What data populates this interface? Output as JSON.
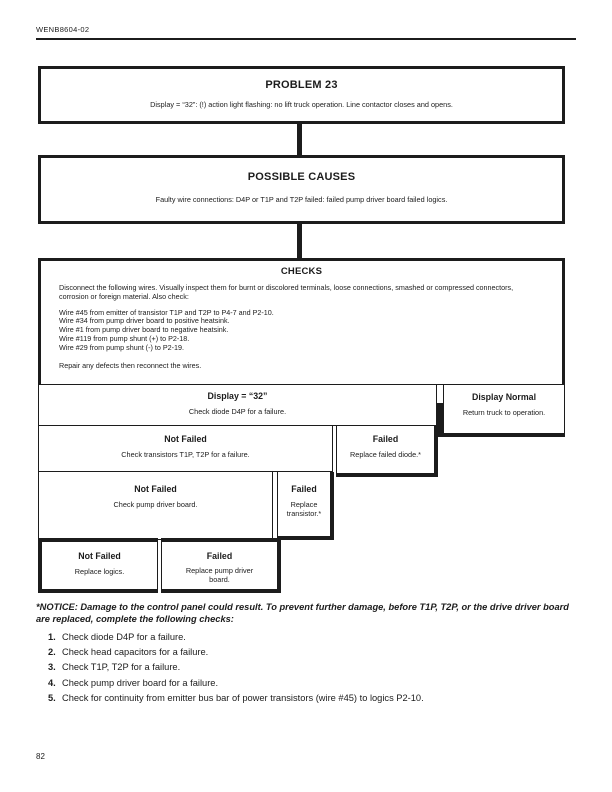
{
  "page": {
    "doc_number": "WENB8604-02",
    "page_number": "82"
  },
  "problem": {
    "title": "PROBLEM 23",
    "description": "Display = “32”: (!) action light flashing: no lift truck operation. Line contactor closes and opens."
  },
  "possible_causes": {
    "title": "POSSIBLE CAUSES",
    "description": "Faulty wire connections: D4P or T1P and T2P failed: failed pump driver board failed logics."
  },
  "checks": {
    "title": "CHECKS",
    "intro": "Disconnect the following wires. Visually inspect them for burnt or discolored terminals, loose connections, smashed or compressed connectors, corrosion or foreign material. Also check:",
    "wires": [
      "Wire #45 from emitter of transistor T1P and T2P to P4-7 and P2-10.",
      "Wire #34 from pump driver board to positive heatsink.",
      "Wire #1 from pump driver board to negative heatsink.",
      "Wire #119 from pump shunt (+) to P2-18.",
      "Wire #29 from pump shunt (-) to P2-19."
    ],
    "outro": "Repair any defects then reconnect the wires."
  },
  "flow": {
    "display32": {
      "title": "Display = “32”",
      "body": "Check diode D4P for a failure."
    },
    "display_normal": {
      "title": "Display Normal",
      "body": "Return truck to operation."
    },
    "check_transistors": {
      "title": "Not Failed",
      "body": "Check transistors T1P, T2P for a failure."
    },
    "replace_diode": {
      "title": "Failed",
      "body": "Replace failed diode.*"
    },
    "check_pump_board": {
      "title": "Not Failed",
      "body": "Check pump driver board."
    },
    "replace_transistor": {
      "title": "Failed",
      "body": "Replace transistor.*"
    },
    "replace_logics": {
      "title": "Not Failed",
      "body": "Replace logics."
    },
    "replace_pump_board": {
      "title": "Failed",
      "body": "Replace pump driver board."
    }
  },
  "notice": {
    "text": "*NOTICE: Damage to the control panel could result. To prevent further damage, before T1P, T2P, or the drive driver board are replaced, complete the following checks:",
    "items": [
      {
        "num": "1.",
        "text": "Check diode D4P for a failure."
      },
      {
        "num": "2.",
        "text": "Check head capacitors for a failure."
      },
      {
        "num": "3.",
        "text": "Check T1P, T2P for a failure."
      },
      {
        "num": "4.",
        "text": "Check pump driver board for a failure."
      },
      {
        "num": "5.",
        "text": "Check for continuity from emitter bus bar of power transistors (wire #45) to logics P2-10."
      }
    ]
  },
  "colors": {
    "ink": "#1c1c1c",
    "paper": "#ffffff"
  }
}
